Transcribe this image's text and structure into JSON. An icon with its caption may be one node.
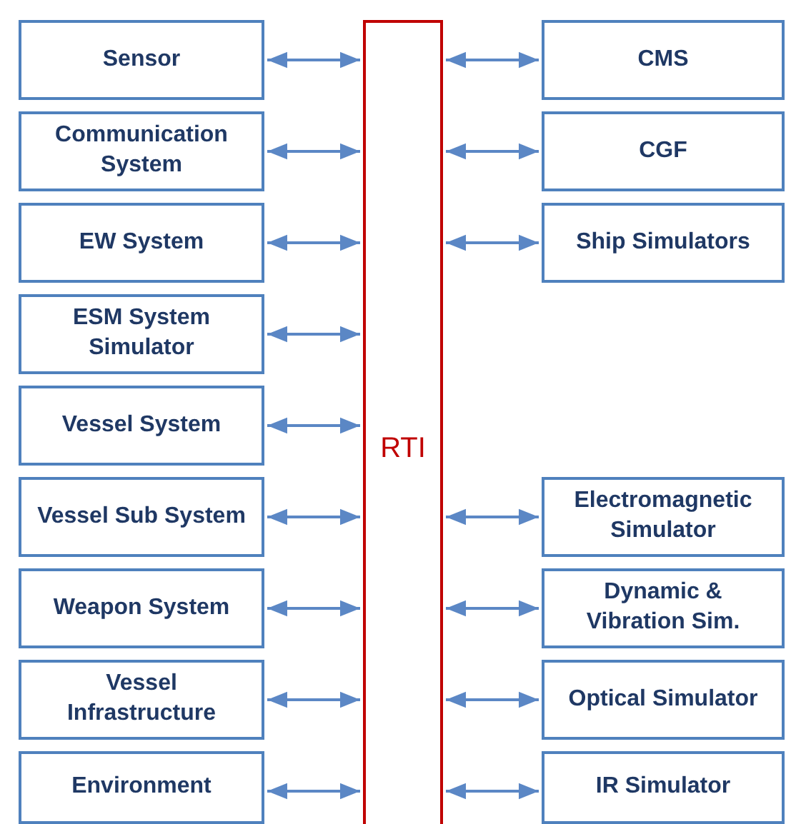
{
  "diagram": {
    "nodes": [
      {
        "text": [
          "Sensor"
        ]
      },
      {
        "text": [
          "Communication System"
        ]
      },
      {
        "text": [
          "EW System"
        ]
      },
      {
        "text": [
          "ESM System Simulator"
        ]
      },
      {
        "text": [
          "Vessel System"
        ]
      },
      {
        "text": [
          "Vessel Sub System"
        ]
      },
      {
        "text": [
          "Weapon System"
        ]
      },
      {
        "text": [
          "Vessel Infrastructure"
        ]
      },
      {
        "text": [
          "Environment"
        ]
      },
      {
        "text": [
          "RTI"
        ]
      },
      {
        "text": [
          "CMS"
        ]
      },
      {
        "text": [
          "CGF"
        ]
      },
      {
        "text": [
          "Ship Simulators"
        ]
      },
      {
        "text": [
          "Electromagnetic Simulator"
        ]
      },
      {
        "text": [
          "Dynamic & Vibration Sim."
        ]
      },
      {
        "text": [
          "Optical Simulator"
        ]
      },
      {
        "text": [
          "IR Simulator"
        ]
      }
    ],
    "edges": [
      {
        "from": 0,
        "to": 9,
        "arrow": "both"
      },
      {
        "from": 1,
        "to": 9,
        "arrow": "both"
      },
      {
        "from": 2,
        "to": 9,
        "arrow": "both"
      },
      {
        "from": 3,
        "to": 9,
        "arrow": "both"
      },
      {
        "from": 4,
        "to": 9,
        "arrow": "both"
      },
      {
        "from": 5,
        "to": 9,
        "arrow": "both"
      },
      {
        "from": 6,
        "to": 9,
        "arrow": "both"
      },
      {
        "from": 7,
        "to": 9,
        "arrow": "both"
      },
      {
        "from": 8,
        "to": 9,
        "arrow": "both"
      },
      {
        "from": 9,
        "to": 10,
        "arrow": "both"
      },
      {
        "from": 9,
        "to": 11,
        "arrow": "both"
      },
      {
        "from": 9,
        "to": 12,
        "arrow": "both"
      },
      {
        "from": 9,
        "to": 13,
        "arrow": "both"
      },
      {
        "from": 9,
        "to": 14,
        "arrow": "both"
      },
      {
        "from": 9,
        "to": 15,
        "arrow": "both"
      },
      {
        "from": 9,
        "to": 16,
        "arrow": "both"
      }
    ]
  }
}
